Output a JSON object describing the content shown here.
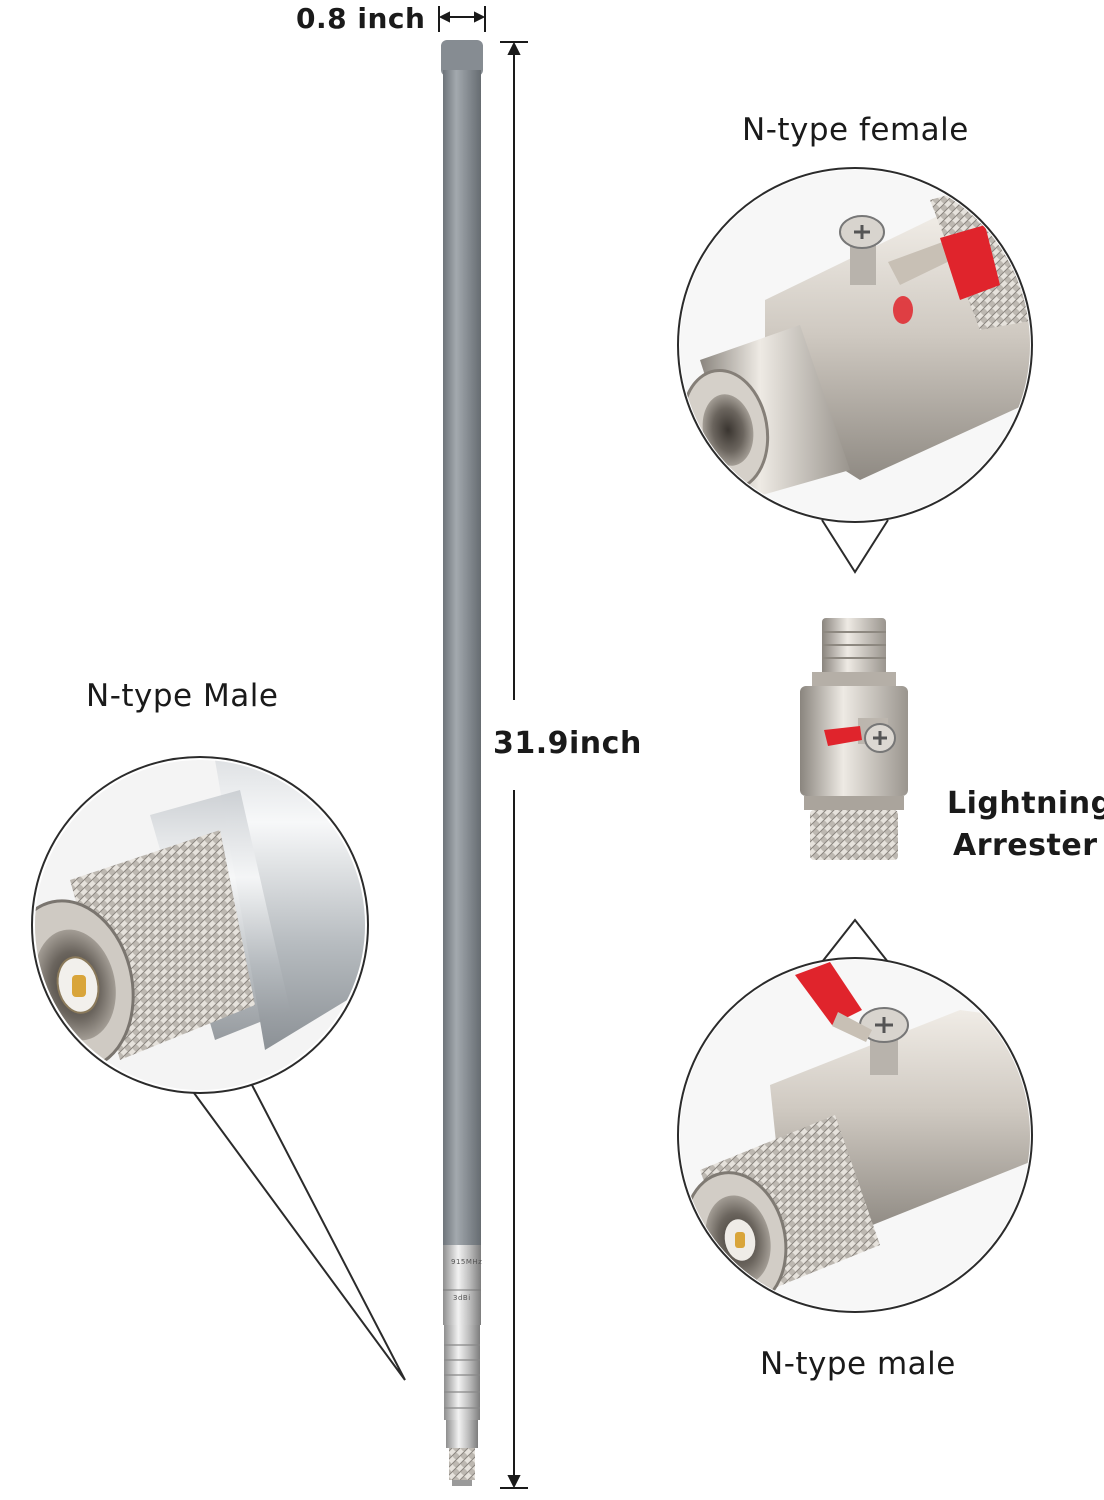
{
  "dimensions": {
    "width_label": "0.8 inch",
    "height_label": "31.9inch"
  },
  "callouts": {
    "top_right": "N-type female",
    "left": "N-type Male",
    "bottom_right": "N-type male"
  },
  "arrester": {
    "label_line1": "Lightning",
    "label_line2": "Arrester"
  },
  "antenna": {
    "sticker_freq": "915MHz",
    "sticker_gain": "3dBi"
  },
  "colors": {
    "antenna_gray": "#8a9096",
    "metal": "#c9c9c9",
    "nickel": "#d6d2cc",
    "cap_red": "#e0242c",
    "callout_border": "#2b2b2b"
  }
}
